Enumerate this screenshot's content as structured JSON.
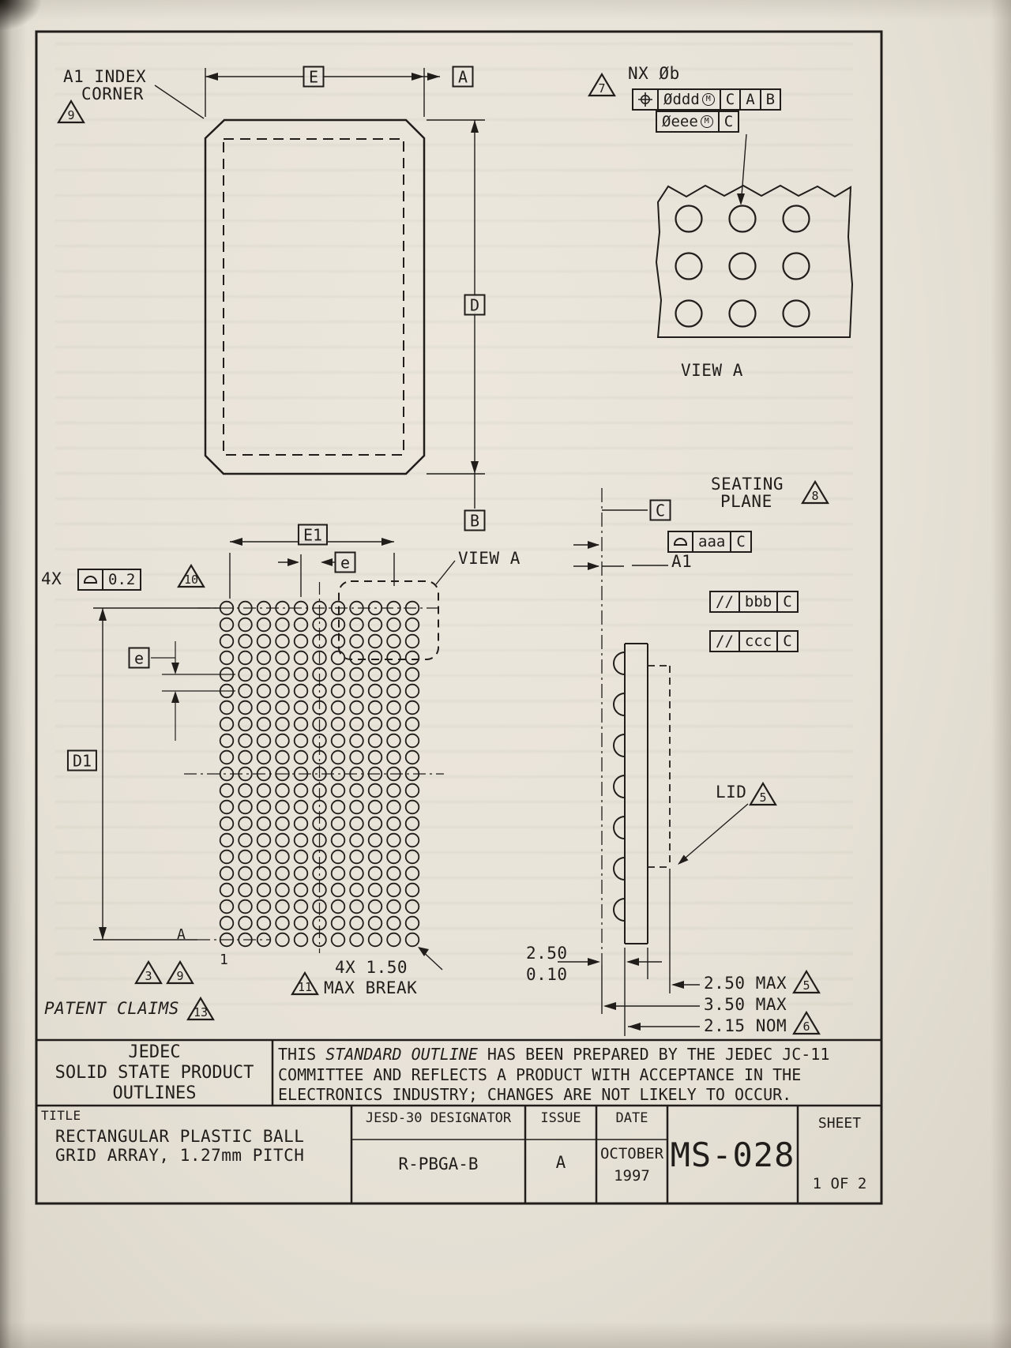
{
  "colors": {
    "ink": "#201d1b",
    "paper": "#e9e4da"
  },
  "top_view": {
    "a1_index_line1": "A1 INDEX",
    "a1_index_line2": "CORNER",
    "dim_e": "E",
    "dim_a": "A",
    "dim_d": "D",
    "dim_b": "B"
  },
  "ball_callout": {
    "qty": "NX Øb",
    "row1": {
      "tol": "Øddd",
      "mod": "M",
      "d1": "C",
      "d2": "A",
      "d3": "B"
    },
    "row2": {
      "tol": "Øeee",
      "mod": "M",
      "d1": "C"
    }
  },
  "view_a": {
    "detail_label": "VIEW A",
    "pointer_label": "VIEW A"
  },
  "bottom_view": {
    "dim_e1": "E1",
    "dim_e_top": "e",
    "dim_e_left": "e",
    "dim_d1": "D1",
    "qty_4x": "4X",
    "flatness_tol": "0.2",
    "row_label": "A",
    "col_label": "1",
    "break_line1": "4X 1.50",
    "break_line2": "MAX BREAK",
    "patent": "PATENT CLAIMS",
    "grid": {
      "rows": 21,
      "cols": 11
    }
  },
  "side_view": {
    "seating_line1": "SEATING",
    "seating_line2": "PLANE",
    "datum_c": "C",
    "aaa": {
      "tol": "aaa",
      "datum": "C"
    },
    "bbb": {
      "sym": "//",
      "tol": "bbb",
      "datum": "C"
    },
    "ccc": {
      "sym": "//",
      "tol": "ccc",
      "datum": "C"
    },
    "dim_a1": "A1",
    "lid": "LID",
    "dim_250": "2.50",
    "dim_010": "0.10",
    "dim_250max": "2.50 MAX",
    "dim_350max": "3.50 MAX",
    "dim_215nom": "2.15 NOM"
  },
  "callouts": {
    "c9": "9",
    "c7": "7",
    "c10": "10",
    "c3": "3",
    "c9b": "9",
    "c11": "11",
    "c13": "13",
    "c8": "8",
    "c5": "5",
    "c5b": "5",
    "c6": "6"
  },
  "title_block": {
    "org1": "JEDEC",
    "org2": "SOLID STATE PRODUCT",
    "org3": "OUTLINES",
    "stmt_pre": "THIS ",
    "stmt_italic": "STANDARD OUTLINE",
    "stmt_post": " HAS BEEN PREPARED BY THE JEDEC JC-11 COMMITTEE AND REFLECTS A PRODUCT WITH ACCEPTANCE IN THE ELECTRONICS INDUSTRY; CHANGES ARE NOT LIKELY TO OCCUR.",
    "title_label": "TITLE",
    "title_line1": "RECTANGULAR PLASTIC BALL",
    "title_line2": "GRID ARRAY, 1.27mm PITCH",
    "designator_label": "JESD-30 DESIGNATOR",
    "designator": "R-PBGA-B",
    "issue_label": "ISSUE",
    "issue": "A",
    "date_label": "DATE",
    "date_line1": "OCTOBER",
    "date_line2": "1997",
    "doc_number": "MS-028",
    "sheet_label": "SHEET",
    "sheet": "1 OF 2"
  }
}
